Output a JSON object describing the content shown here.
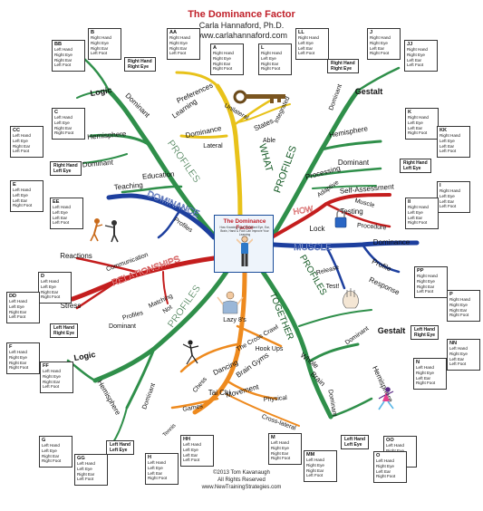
{
  "header": {
    "title": "The Dominance Factor",
    "author": "Carla Hannaford, Ph.D.",
    "url": "www.carlahannaford.com"
  },
  "footer": {
    "copyright": "©2013 Tom Kavanaugh",
    "rights": "All Rights Reserved",
    "url": "www.NewTrainingStrategies.com"
  },
  "center": {
    "title": "The Dominance Factor",
    "subtitle": "How Knowing Your Dominant Eye, Ear, Brain, Hand & Foot Can Improve Your Learning"
  },
  "colors": {
    "green": "#2f8f4a",
    "yellow": "#e8c21a",
    "blue": "#1d3f9e",
    "red": "#c41e1e",
    "orange": "#ee8a1e",
    "green_text": "#155a25"
  },
  "icons": [
    "key-icon",
    "padlock-icon",
    "people-fighting-icon",
    "child-icon",
    "dancer-icon",
    "lazy-eights-icon",
    "runner-icon",
    "hands-icon"
  ],
  "branches": {
    "top_left": [
      "Logic",
      "Dominant",
      "Hemisphere",
      "Dominant",
      "Education",
      "Teaching",
      "PROFILES"
    ],
    "yellow": [
      "Preferences",
      "Learning",
      "Unilateral",
      "Integrated",
      "Dominance",
      "States",
      "Lateral",
      "Able",
      "WHAT"
    ],
    "top_right": [
      "PROFILES",
      "Gestalt",
      "Dominant",
      "Hemisphere",
      "Dominant",
      "Processing",
      "Adaptive",
      "Self-Assessment"
    ],
    "how": [
      "HOW",
      "Muscle",
      "Testing",
      "Procedure",
      "Lock"
    ],
    "dominance": [
      "DOMINANCE",
      "Profiles"
    ],
    "muscle": [
      "MUSCLE",
      "Dominance",
      "Profile",
      "Release",
      "Test!",
      "Response"
    ],
    "relationships": [
      "RELATIONSHIPS",
      "Communication",
      "Reactions",
      "Stress",
      "Profiles",
      "Matching",
      "Not",
      "PROFILES"
    ],
    "together": [
      "TOGETHER",
      "PROFILES",
      "Whole",
      "Brain",
      "Dominant",
      "Gestalt",
      "Hemisphere",
      "Dominant"
    ],
    "movement": [
      "Lazy 8's",
      "The Cross Crawl",
      "Hook Ups",
      "Brain Gyms",
      "Dancing",
      "Chess",
      "Movement",
      "Physical",
      "Tai Chi",
      "Games",
      "Cross-lateral"
    ],
    "bottom_left": [
      "Logic",
      "Dominant",
      "Hemisphere",
      "Dominant",
      "Tennis"
    ]
  },
  "profile_boxes": [
    {
      "code": "BB",
      "lines": [
        "Left Hand",
        "Right Eye",
        "Right Ear",
        "Left Foot"
      ]
    },
    {
      "code": "B",
      "lines": [
        "Right Hand",
        "Right Eye",
        "Right Ear",
        "Left Foot"
      ]
    },
    {
      "code": "AA",
      "lines": [
        "Right Hand",
        "Right Eye",
        "Right Ear",
        "Left Foot"
      ]
    },
    {
      "code": "A",
      "lines": [
        "Right Hand",
        "Right Eye",
        "Right Ear",
        "Right Foot"
      ]
    },
    {
      "code": "L",
      "lines": [
        "Right Hand",
        "Left Eye",
        "Right Ear",
        "Right Foot"
      ]
    },
    {
      "code": "LL",
      "lines": [
        "Right Hand",
        "Left Eye",
        "Left Ear",
        "Left Foot"
      ]
    },
    {
      "code": "J",
      "lines": [
        "Right Hand",
        "Right Eye",
        "Left Ear",
        "Right Foot"
      ]
    },
    {
      "code": "JJ",
      "lines": [
        "Right Hand",
        "Right Eye",
        "Left Ear",
        "Left Foot"
      ]
    },
    {
      "code": "C",
      "lines": [
        "Left Hand",
        "Left Eye",
        "Right Ear",
        "Right Foot"
      ]
    },
    {
      "code": "CC",
      "lines": [
        "Left Hand",
        "Left Eye",
        "Right Ear",
        "Left Foot"
      ]
    },
    {
      "code": "K",
      "lines": [
        "Right Hand",
        "Left Eye",
        "Left Ear",
        "Right Foot"
      ]
    },
    {
      "code": "KK",
      "lines": [
        "Right Hand",
        "Left Eye",
        "Left Ear",
        "Left Foot"
      ]
    },
    {
      "code": "E",
      "lines": [
        "Left Hand",
        "Left Eye",
        "Left Ear",
        "Right Foot"
      ]
    },
    {
      "code": "EE",
      "lines": [
        "Left Hand",
        "Left Eye",
        "Left Ear",
        "Left Foot"
      ]
    },
    {
      "code": "I",
      "lines": [
        "Right Hand",
        "Left Eye",
        "Left Ear",
        "Left Foot"
      ]
    },
    {
      "code": "II",
      "lines": [
        "Right Hand",
        "Left Eye",
        "Left Ear",
        "Right Foot"
      ]
    },
    {
      "code": "D",
      "lines": [
        "Left Hand",
        "Left Eye",
        "Right Ear",
        "Right Foot"
      ]
    },
    {
      "code": "DD",
      "lines": [
        "Left Hand",
        "Left Eye",
        "Right Ear",
        "Left Foot"
      ]
    },
    {
      "code": "PP",
      "lines": [
        "Right Hand",
        "Right Eye",
        "Right Ear",
        "Left Foot"
      ]
    },
    {
      "code": "P",
      "lines": [
        "Right Hand",
        "Right Eye",
        "Right Ear",
        "Right Foot"
      ]
    },
    {
      "code": "F",
      "lines": [
        "Left Hand",
        "Right Eye",
        "Right Ear",
        "Right Foot"
      ]
    },
    {
      "code": "FF",
      "lines": [
        "Left Hand",
        "Right Eye",
        "Right Ear",
        "Left Foot"
      ]
    },
    {
      "code": "NN",
      "lines": [
        "Left Hand",
        "Right Eye",
        "Left Ear",
        "Left Foot"
      ]
    },
    {
      "code": "N",
      "lines": [
        "Left Hand",
        "Right Eye",
        "Left Ear",
        "Right Foot"
      ]
    },
    {
      "code": "G",
      "lines": [
        "Left Hand",
        "Left Eye",
        "Right Ear",
        "Right Foot"
      ]
    },
    {
      "code": "GG",
      "lines": [
        "Left Hand",
        "Left Eye",
        "Right Ear",
        "Left Foot"
      ]
    },
    {
      "code": "HH",
      "lines": [
        "Left Hand",
        "Left Eye",
        "Left Ear",
        "Left Foot"
      ]
    },
    {
      "code": "H",
      "lines": [
        "Left Hand",
        "Left Eye",
        "Left Ear",
        "Right Foot"
      ]
    },
    {
      "code": "M",
      "lines": [
        "Left Hand",
        "Right Eye",
        "Right Ear",
        "Right Foot"
      ]
    },
    {
      "code": "MM",
      "lines": [
        "Left Hand",
        "Right Eye",
        "Right Ear",
        "Left Foot"
      ]
    },
    {
      "code": "OO",
      "lines": [
        "Left Hand",
        "Right Eye",
        "Left Ear",
        "Left Foot"
      ]
    },
    {
      "code": "O",
      "lines": [
        "Left Hand",
        "Right Eye",
        "Left Ear",
        "Right Foot"
      ]
    }
  ],
  "pair_boxes": [
    [
      "Right Hand",
      "Right Eye"
    ],
    [
      "Right Hand",
      "Right Eye"
    ],
    [
      "Right Hand",
      "Left Eye"
    ],
    [
      "Right Hand",
      "Left Eye"
    ],
    [
      "Left Hand",
      "Left Eye"
    ],
    [
      "Left Hand",
      "Left Eye"
    ],
    [
      "Left Hand",
      "Right Eye"
    ],
    [
      "Left Hand",
      "Right Eye"
    ]
  ]
}
